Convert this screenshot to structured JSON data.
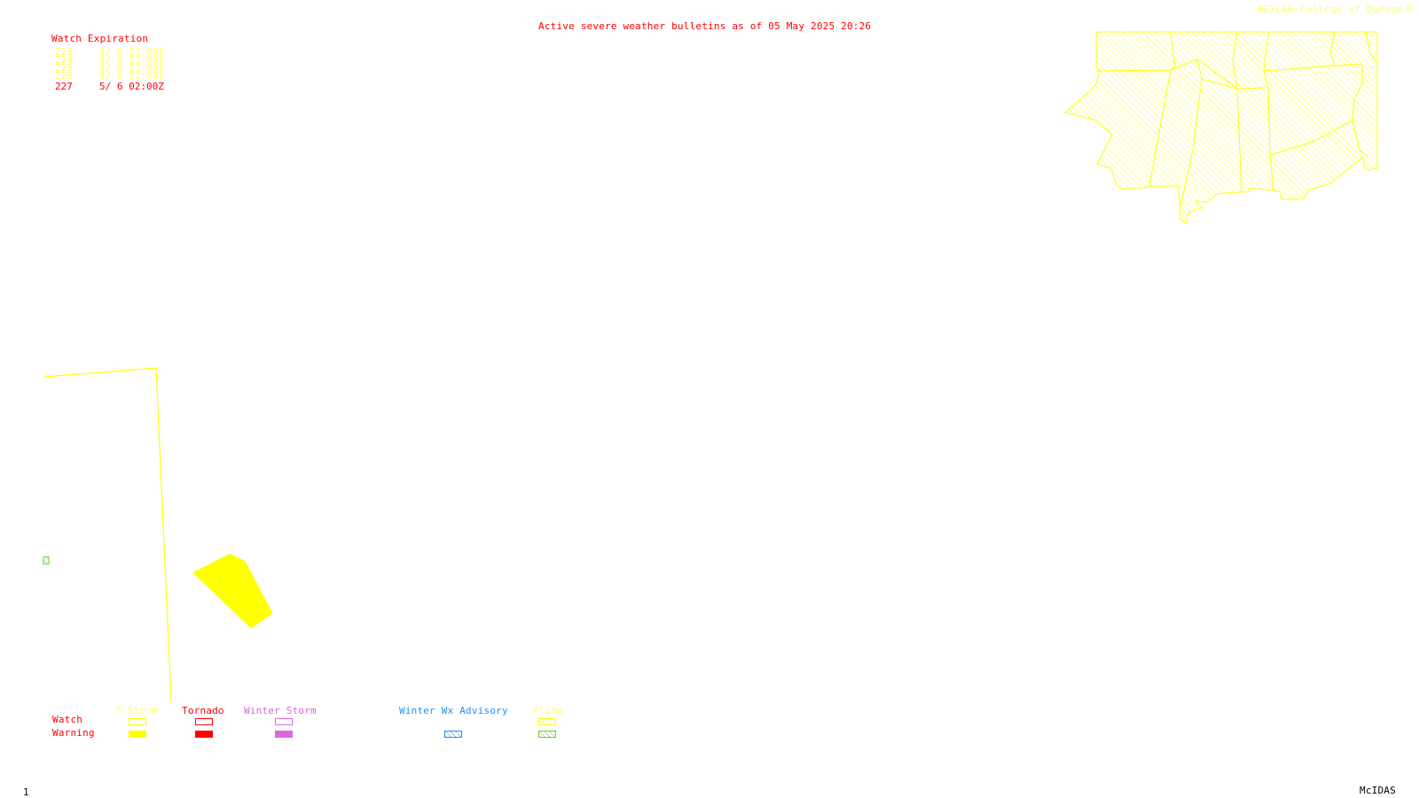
{
  "header": {
    "title": "Active severe weather bulletins as of 05 May 2025 20:26",
    "credit": "NEXLAB-College of DuPage",
    "credit_logo": "R"
  },
  "watch_table": {
    "heading": "Watch Expiration",
    "rows": [
      {
        "number": "223",
        "expires": "5/ 6 01:00Z",
        "color": "#ffff66"
      },
      {
        "number": "224",
        "expires": "5/ 6 01:00Z",
        "color": "#ffff66"
      },
      {
        "number": "225",
        "expires": "5/ 6 01:00Z",
        "color": "#ffff66"
      },
      {
        "number": "226",
        "expires": "5/ 6 01:00Z",
        "color": "#ffff66"
      },
      {
        "number": "227",
        "expires": "5/ 6 02:00Z",
        "color": "#ff0000"
      }
    ]
  },
  "legend": {
    "row_labels": {
      "watch": "Watch",
      "warning": "Warning"
    },
    "categories": [
      {
        "label": "T-Storm",
        "color": "#ffff00",
        "watch_style": "outline",
        "warning_style": "solid"
      },
      {
        "label": "Tornado",
        "color": "#ff0000",
        "watch_style": "outline",
        "warning_style": "solid"
      },
      {
        "label": "Winter Storm",
        "color": "#dd66dd",
        "watch_style": "outline",
        "warning_style": "solid"
      },
      {
        "label": "Winter Wx Advisory",
        "color": "#1e90ff",
        "warning_style": "hatched"
      },
      {
        "label": "Flood",
        "color": "#ffff00",
        "warning_color": "#66cc33",
        "watch_style": "hatched",
        "warning_style": "hatched"
      }
    ]
  },
  "map": {
    "thunderstorm_warning_color": "#ffff00",
    "flood_watch_color": "#ffff00",
    "boundary_color": "#ffff00",
    "flood_warning_color": "#66cc33"
  },
  "footer": {
    "frame_number": "1",
    "software": "McIDAS"
  }
}
